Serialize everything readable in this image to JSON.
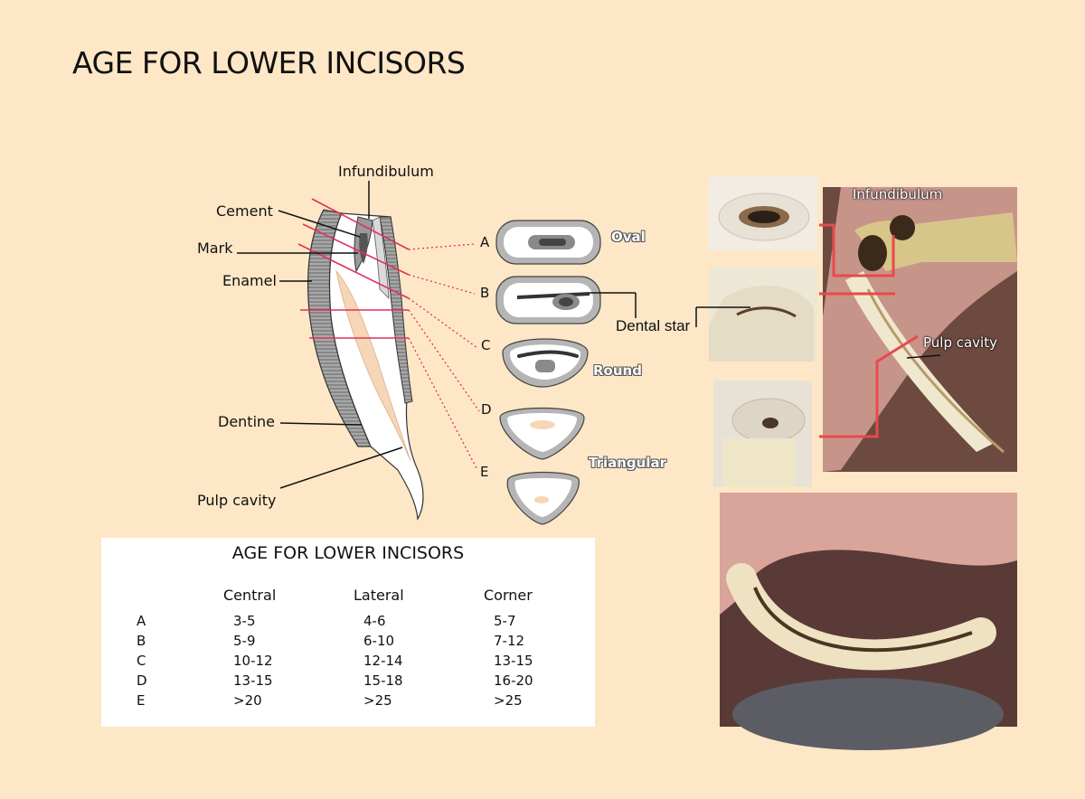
{
  "title": "AGE FOR LOWER INCISORS",
  "diagram_labels": {
    "infundibulum": "Infundibulum",
    "cement": "Cement",
    "mark": "Mark",
    "enamel": "Enamel",
    "dentine": "Dentine",
    "pulp_cavity": "Pulp cavity"
  },
  "section_letters": [
    "A",
    "B",
    "C",
    "D",
    "E"
  ],
  "shapes": {
    "oval": "Oval",
    "round": "Round",
    "triangular": "Triangular"
  },
  "dental_star": "Dental star",
  "photo_labels": {
    "infundibulum": "Infundibulum",
    "pulp_cavity": "Pulp cavity"
  },
  "table": {
    "title": "AGE FOR LOWER INCISORS",
    "headers": [
      "Central",
      "Lateral",
      "Corner"
    ],
    "rows": [
      {
        "label": "A",
        "central": "3-5",
        "lateral": "4-6",
        "corner": "5-7"
      },
      {
        "label": "B",
        "central": "5-9",
        "lateral": "6-10",
        "corner": "7-12"
      },
      {
        "label": "C",
        "central": "10-12",
        "lateral": "12-14",
        "corner": "13-15"
      },
      {
        "label": "D",
        "central": "13-15",
        "lateral": "15-18",
        "corner": "16-20"
      },
      {
        "label": "E",
        "central": ">20",
        "lateral": ">25",
        "corner": ">25"
      }
    ]
  },
  "colors": {
    "background": "#fde7c6",
    "section_line": "#e0305a",
    "enamel": "#9a9a9a",
    "pulp": "#f6d6b6"
  }
}
